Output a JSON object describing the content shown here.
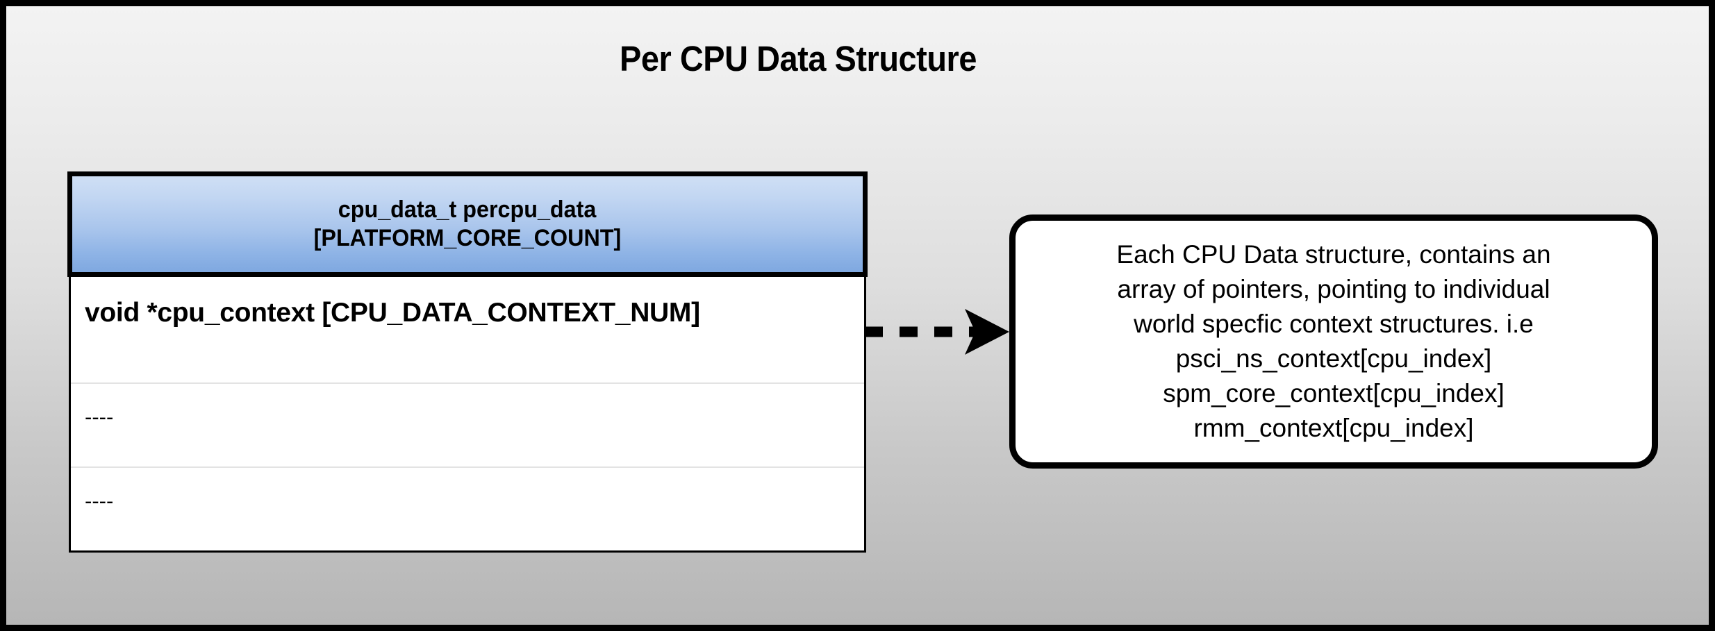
{
  "diagram": {
    "title": "Per CPU Data Structure",
    "background_top_color": "#f3f3f3",
    "background_bottom_color": "#b6b6b6",
    "border_color": "#000000"
  },
  "struct_table": {
    "header": {
      "line1": "cpu_data_t percpu_data",
      "line2": "[PLATFORM_CORE_COUNT]",
      "gradient_top_color": "#cfdff5",
      "gradient_bottom_color": "#7fa8e0"
    },
    "rows": [
      {
        "text": "void *cpu_context [CPU_DATA_CONTEXT_NUM]"
      },
      {
        "text": "----"
      },
      {
        "text": "----"
      }
    ]
  },
  "connector": {
    "style": "dashed-arrow",
    "direction": "right",
    "color": "#000000"
  },
  "callout": {
    "lines": [
      "Each CPU Data structure, contains an",
      "array of pointers, pointing to individual",
      "world specfic context structures. i.e",
      "psci_ns_context[cpu_index]",
      "spm_core_context[cpu_index]",
      "rmm_context[cpu_index]"
    ]
  }
}
